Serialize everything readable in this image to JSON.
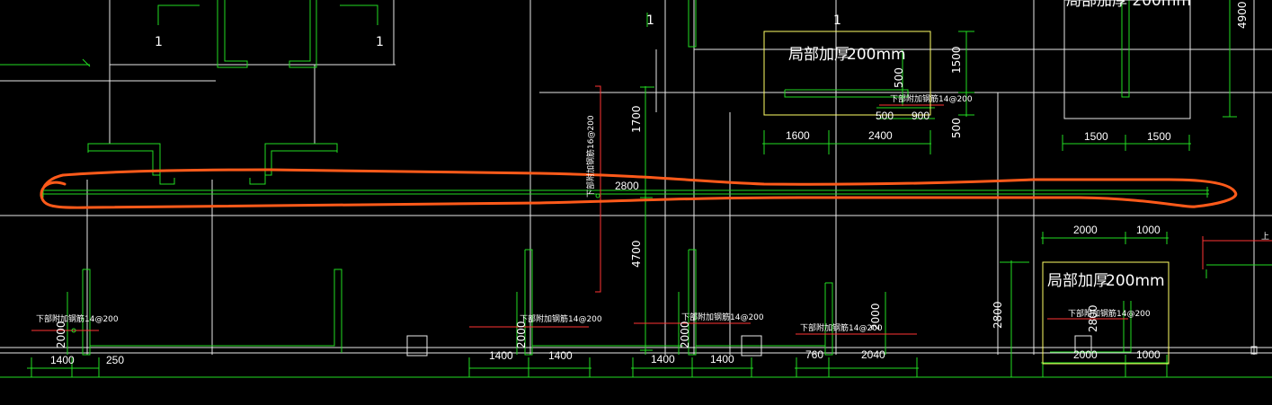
{
  "colors": {
    "background": "#000000",
    "grid": "#ffffff",
    "walls": "#22dd22",
    "dimension": "#22dd22",
    "rebar_red": "#ff3333",
    "highlight": "#ff5a1a",
    "box_yellow": "#ffff66"
  },
  "labels": {
    "local_thicken_1": "局部加厚",
    "local_thicken_1_value": "200mm",
    "local_thicken_2": "局部加厚",
    "local_thicken_2_value": "200mm",
    "top_right_partial": "局部加厚  200mm",
    "edge_partial": "上"
  },
  "section_marks": [
    "1",
    "1",
    "1",
    "1"
  ],
  "rebar": {
    "note_a": "下部附加钢筋14@200",
    "note_b": "下部附加钢筋16@200",
    "note_top": "下部附加钢筋14@200"
  },
  "dimensions": {
    "vert_1700": "1700",
    "vert_4700": "4700",
    "span_2800": "2800",
    "top_1600": "1600",
    "top_2400": "2400",
    "top_500a": "500",
    "top_900": "900",
    "top_500v": "500",
    "top_500b": "500",
    "top_1500v": "1500",
    "top_1500a": "1500",
    "top_1500b": "1500",
    "top_4900": "4900",
    "mid_2000": "2000",
    "mid_1000": "1000",
    "right_2800v": "2800",
    "right_2800s": "2800",
    "right_2000": "2000",
    "right_1000": "1000",
    "b_2000a": "2000",
    "b_1400a": "1400",
    "b_250": "250",
    "b_2000b": "2000",
    "b_1400b": "1400",
    "b_1400c": "1400",
    "b_2000c": "2000",
    "b_1400d": "1400",
    "b_1400e": "1400",
    "b_2000d": "2000",
    "b_760": "760",
    "b_2040": "2040"
  }
}
